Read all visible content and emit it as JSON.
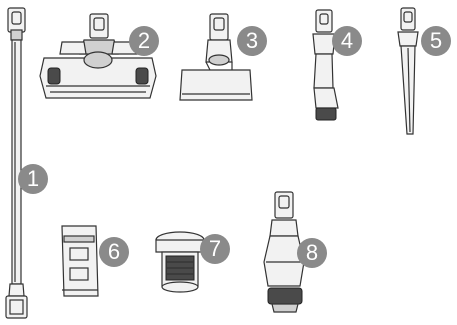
{
  "parts": [
    {
      "id": "1",
      "label": "1",
      "description": "extension-tube"
    },
    {
      "id": "2",
      "label": "2",
      "description": "floor-brush-head"
    },
    {
      "id": "3",
      "label": "3",
      "description": "mini-motorized-brush"
    },
    {
      "id": "4",
      "label": "4",
      "description": "angled-brush-tool"
    },
    {
      "id": "5",
      "label": "5",
      "description": "crevice-tool"
    },
    {
      "id": "6",
      "label": "6",
      "description": "filter-housing"
    },
    {
      "id": "7",
      "label": "7",
      "description": "filter-cylinder"
    },
    {
      "id": "8",
      "label": "8",
      "description": "combination-brush-tool"
    }
  ],
  "colors": {
    "line": "#333333",
    "fill_light": "#f2f2f2",
    "fill_mid": "#d0d0d0",
    "fill_dark": "#4a4a4a",
    "badge": "#8a8a8a",
    "badge_text": "#ffffff"
  }
}
